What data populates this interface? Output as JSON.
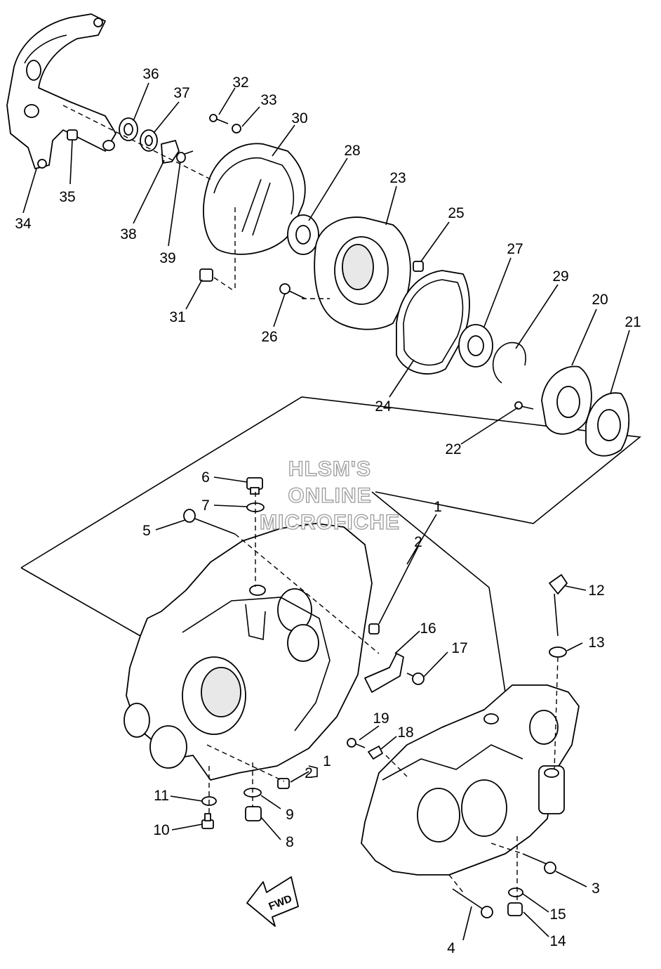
{
  "watermark": {
    "line1": "HLSM'S",
    "line2": "ONLINE",
    "line3": "MICROFICHE"
  },
  "fwd_label": "FWD",
  "callouts": {
    "c1a": "1",
    "c2a": "2",
    "c1b": "1",
    "c2b": "2",
    "c3": "3",
    "c4": "4",
    "c5": "5",
    "c6": "6",
    "c7": "7",
    "c8": "8",
    "c9": "9",
    "c10": "10",
    "c11": "11",
    "c12": "12",
    "c13": "13",
    "c14": "14",
    "c15": "15",
    "c16": "16",
    "c17": "17",
    "c18": "18",
    "c19": "19",
    "c20": "20",
    "c21": "21",
    "c22": "22",
    "c23": "23",
    "c24": "24",
    "c25": "25",
    "c26": "26",
    "c27": "27",
    "c28": "28",
    "c29": "29",
    "c30": "30",
    "c31": "31",
    "c32": "32",
    "c33": "33",
    "c34": "34",
    "c35": "35",
    "c36": "36",
    "c37": "37",
    "c38": "38",
    "c39": "39"
  }
}
